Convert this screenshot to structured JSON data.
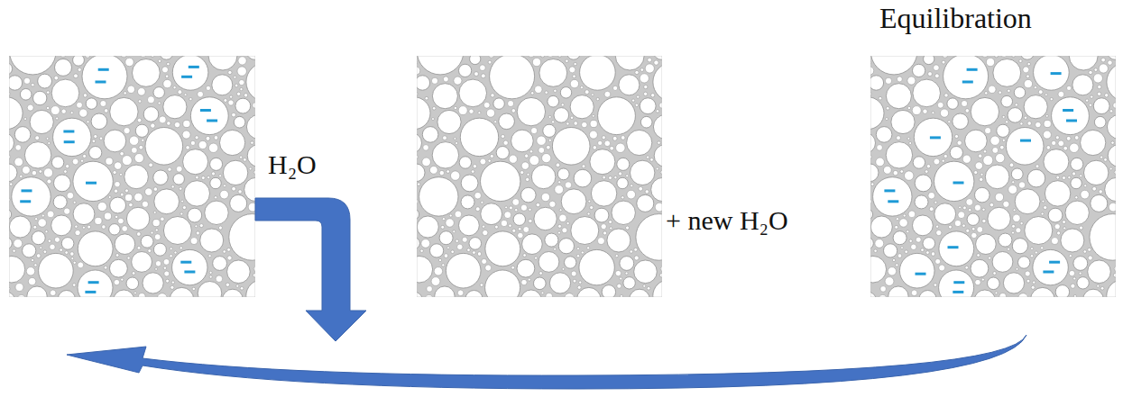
{
  "diagram": {
    "labels": [
      "H₂O",
      "+ new H₂O",
      "Equilibration"
    ]
  }
}
